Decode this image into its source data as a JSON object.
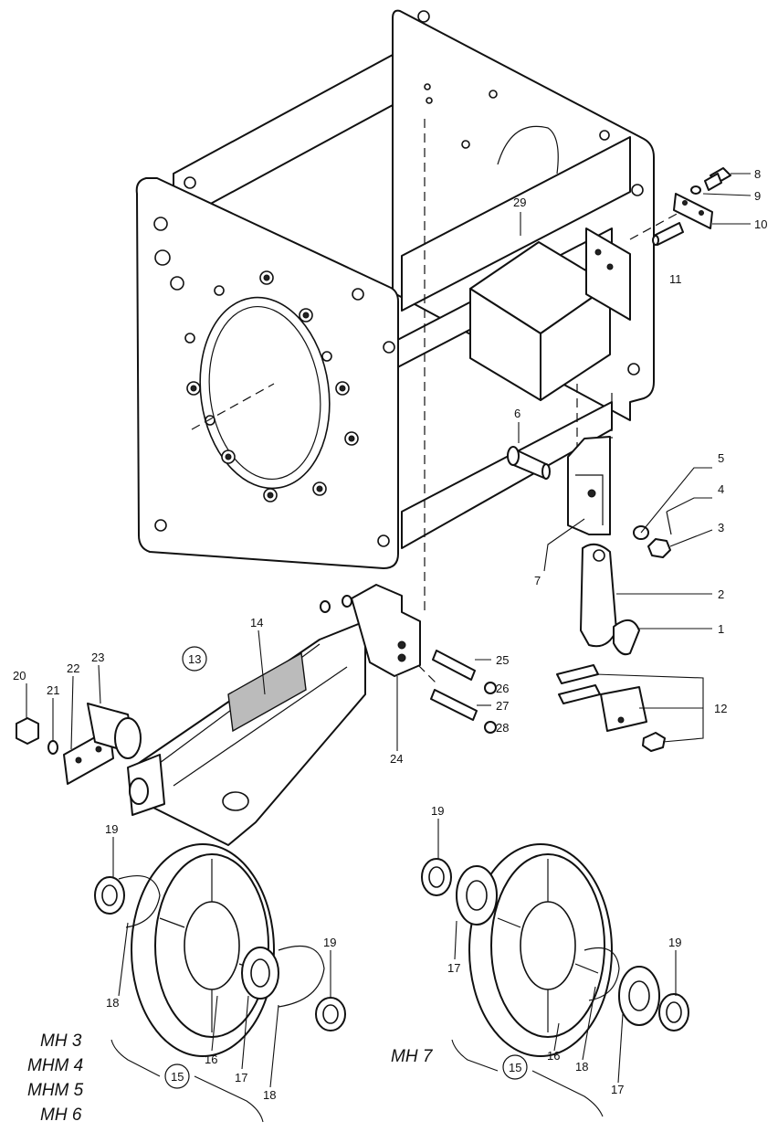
{
  "callouts": {
    "p1": "1",
    "p2": "2",
    "p3": "3",
    "p4": "4",
    "p5": "5",
    "p6": "6",
    "p7": "7",
    "p8": "8",
    "p9": "9",
    "p10": "10",
    "p11": "11",
    "p12": "12",
    "p13": "13",
    "p14": "14",
    "p15": "15",
    "p16": "16",
    "p17": "17",
    "p18": "18",
    "p19": "19",
    "p20": "20",
    "p21": "21",
    "p22": "22",
    "p23": "23",
    "p24": "24",
    "p25": "25",
    "p26": "26",
    "p27": "27",
    "p28": "28",
    "p29": "29"
  },
  "models": {
    "left": [
      "MH 3",
      "MHM 4",
      "MHM 5",
      "MH 6"
    ],
    "right": "MH 7"
  }
}
